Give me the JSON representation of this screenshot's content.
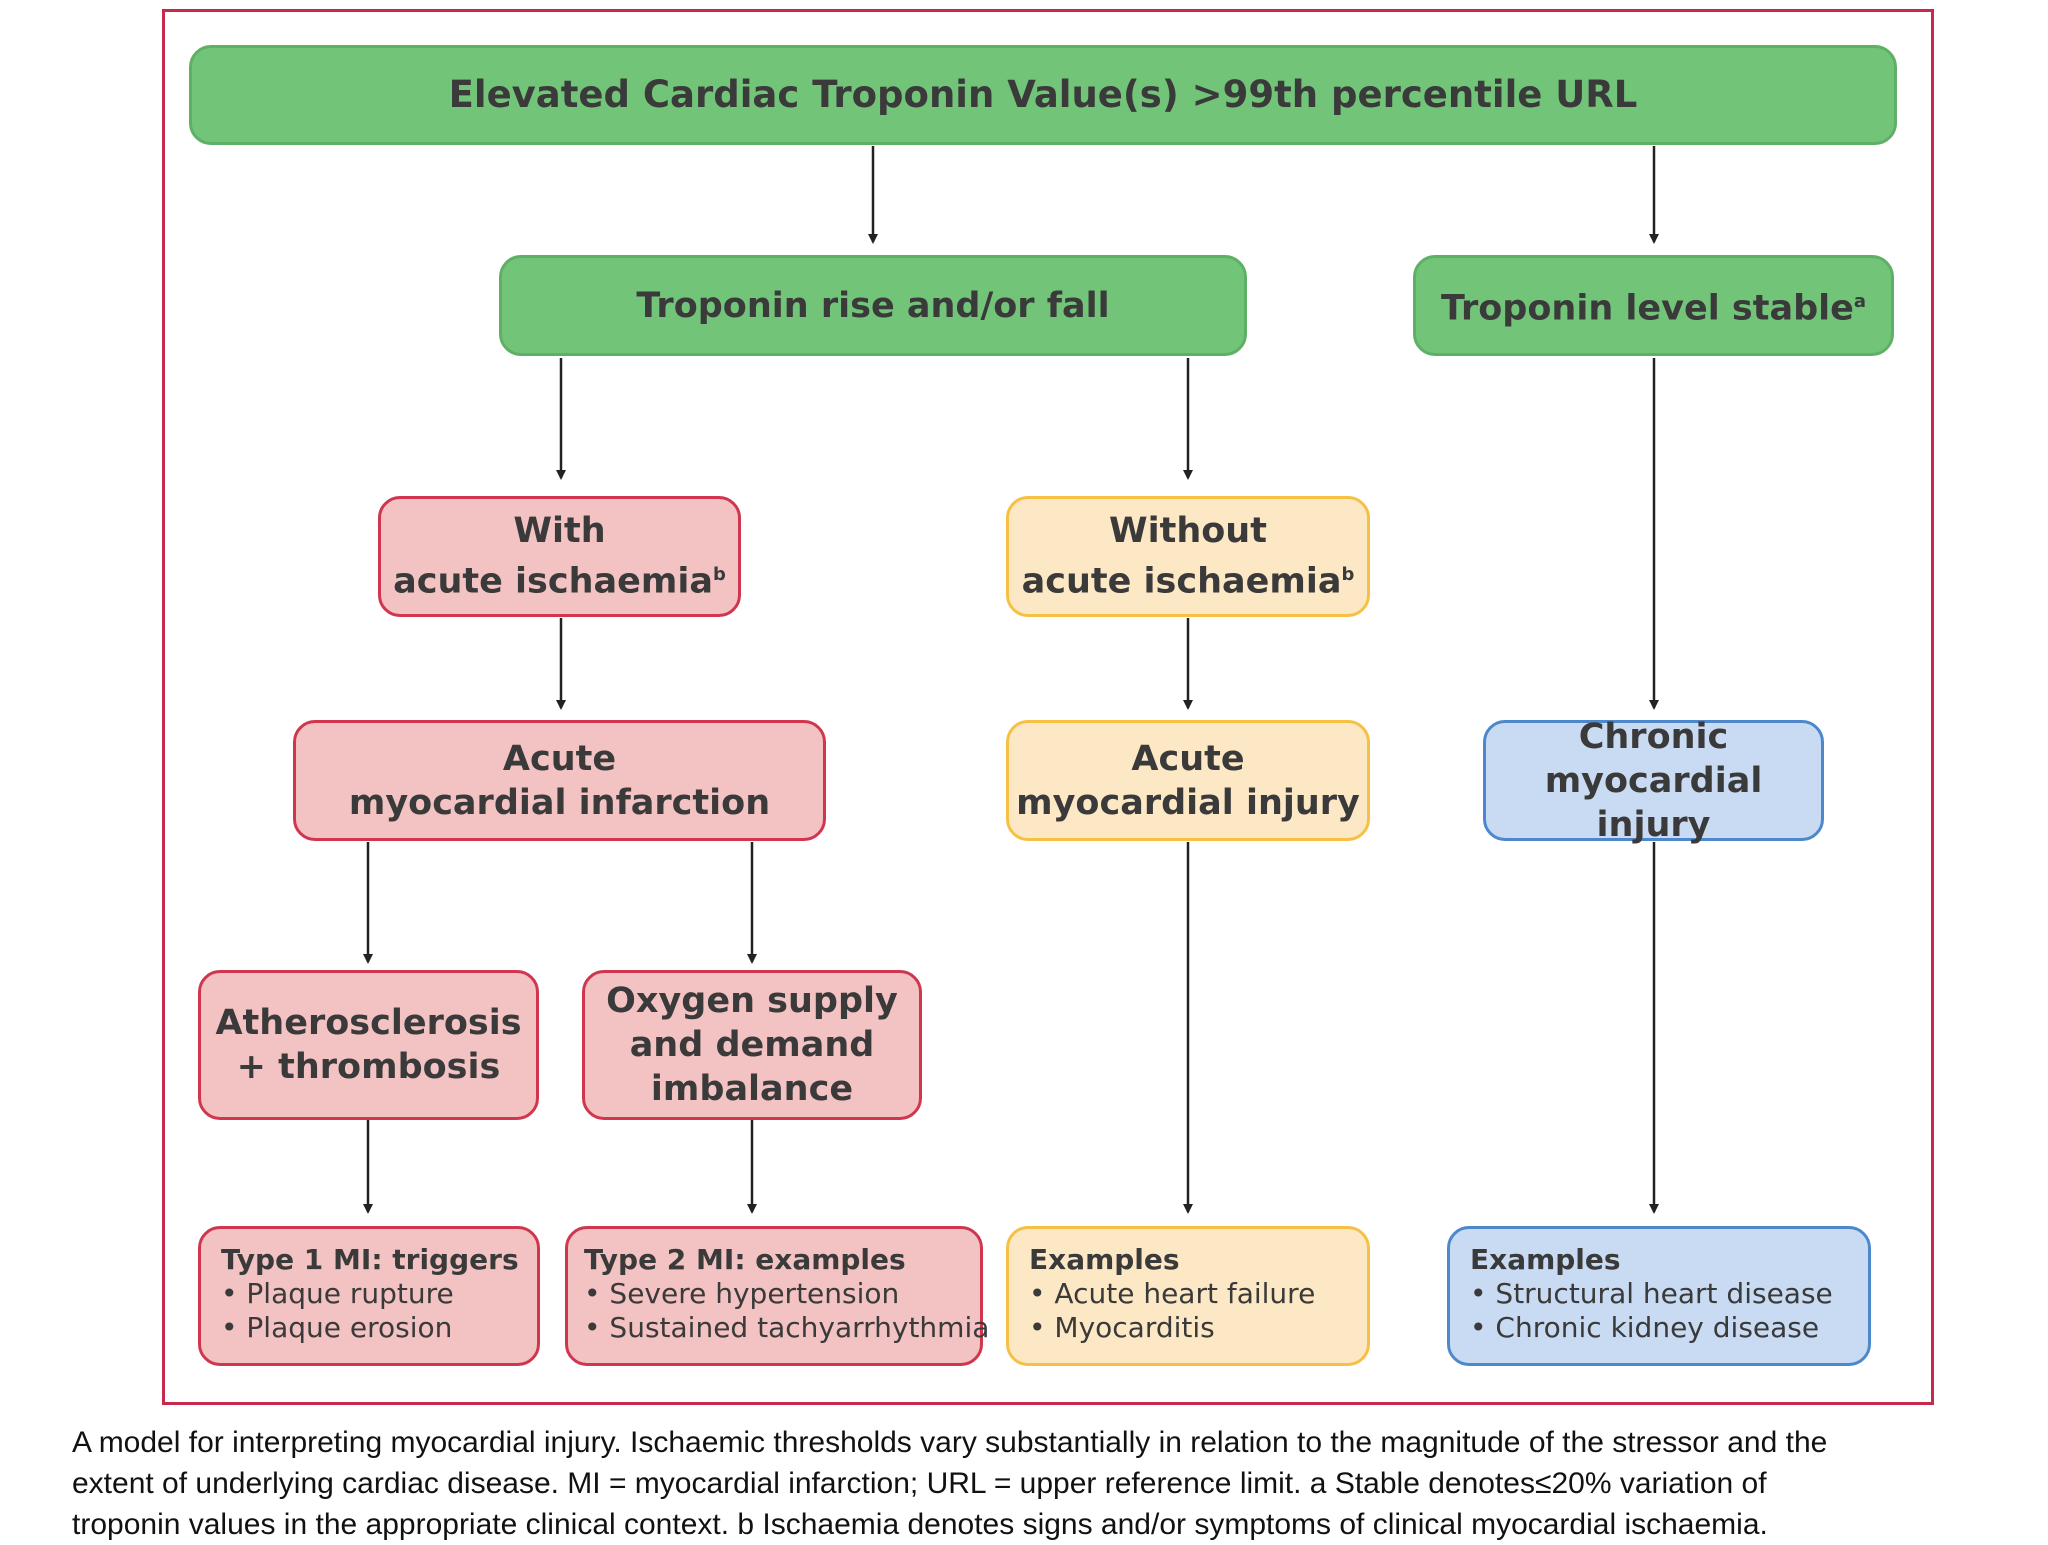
{
  "diagram": {
    "top": {
      "text": "Elevated Cardiac Troponin Value(s) >99th percentile URL"
    },
    "rise_fall": {
      "text": "Troponin rise and/or fall"
    },
    "stable": {
      "text": "Troponin level stable",
      "sup": "a"
    },
    "with_ischaemia": {
      "line1": "With",
      "line2": "acute ischaemia",
      "sup": "b"
    },
    "without_ischaemia": {
      "line1": "Without",
      "line2": "acute ischaemia",
      "sup": "b"
    },
    "acute_mi": {
      "line1": "Acute",
      "line2": "myocardial infarction"
    },
    "acute_injury": {
      "line1": "Acute",
      "line2": "myocardial injury"
    },
    "chronic_injury": {
      "line1": "Chronic",
      "line2": "myocardial injury"
    },
    "athero": {
      "line1": "Atherosclerosis",
      "line2": "+ thrombosis"
    },
    "oxygen": {
      "line1": "Oxygen supply",
      "line2": "and demand",
      "line3": "imbalance"
    },
    "type1": {
      "head": "Type 1 MI: triggers",
      "items": [
        "Plaque rupture",
        "Plaque erosion"
      ]
    },
    "type2": {
      "head": "Type 2 MI: examples",
      "items": [
        "Severe hypertension",
        "Sustained tachyarrhythmia"
      ]
    },
    "acute_examples": {
      "head": "Examples",
      "items": [
        "Acute heart failure",
        "Myocarditis"
      ]
    },
    "chronic_examples": {
      "head": "Examples",
      "items": [
        "Structural heart disease",
        "Chronic kidney disease"
      ]
    },
    "colors": {
      "frame": "#c8294a",
      "green": "#72c479",
      "red_fill": "#f3c2c2",
      "red_border": "#d0374f",
      "yellow_fill": "#fde8c6",
      "yellow_border": "#f6c044",
      "blue_fill": "#c9dbf3",
      "blue_border": "#4d88cc"
    }
  },
  "caption": {
    "line1": "A model for interpreting myocardial injury. Ischaemic thresholds vary substantially in relation to the magnitude of the stressor and the",
    "line2": "extent of underlying cardiac disease. MI = myocardial infarction; URL = upper reference limit. a Stable denotes≤20% variation of",
    "line3": "troponin values in the appropriate clinical context. b Ischaemia denotes signs and/or symptoms of clinical myocardial ischaemia."
  }
}
